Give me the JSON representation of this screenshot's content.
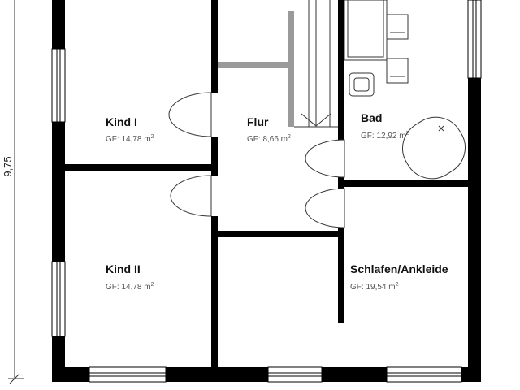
{
  "colors": {
    "wall": "#000000",
    "thin_line": "#333333",
    "stair_rail": "#9a9a9a",
    "text": "#111111",
    "area_text": "#555555"
  },
  "dimension": {
    "value": "9,75"
  },
  "rooms": [
    {
      "name": "Kind I",
      "area": "GF: 14,78 m",
      "unit_exp": "2"
    },
    {
      "name": "Flur",
      "area": "GF: 8,66 m",
      "unit_exp": "2"
    },
    {
      "name": "Bad",
      "area": "GF: 12,92 m",
      "unit_exp": "2"
    },
    {
      "name": "Kind II",
      "area": "GF: 14,78 m",
      "unit_exp": "2"
    },
    {
      "name": "Schlafen/Ankleide",
      "area": "GF: 19,54 m",
      "unit_exp": "2"
    }
  ]
}
